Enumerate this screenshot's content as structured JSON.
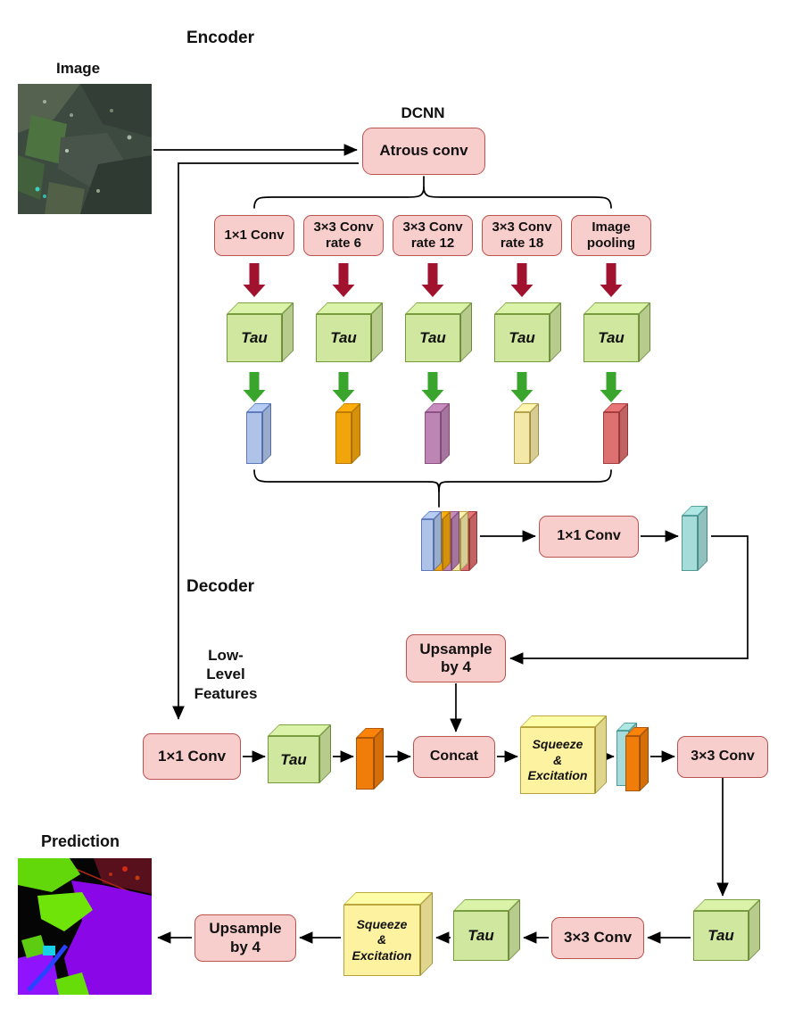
{
  "colors": {
    "pink_fill": "#f8cecc",
    "pink_stroke": "#b85450",
    "cube_green_fill": "#d0e7a0",
    "cube_green_stroke": "#76993f",
    "cube_yellow_fill": "#fdf2a0",
    "cube_yellow_stroke": "#b5a23c",
    "arrow_red": "#a0122e",
    "arrow_green": "#3aa52c",
    "slab_blue": "#afc3e8",
    "slab_orange": "#f2a50a",
    "slab_purple": "#bd85b4",
    "slab_pale_yellow": "#f4e8a8",
    "slab_red": "#dd7070",
    "slab_cyan": "#a5dbd8",
    "slab_orange_bright": "#f07d0a"
  },
  "encoder": {
    "section_label": "Encoder",
    "input_image_label": "Image",
    "dcnn_label": "DCNN",
    "atrous_conv_label": "Atrous conv",
    "aspp_branches": [
      {
        "label": "1×1 Conv"
      },
      {
        "label": "3×3 Conv rate 6"
      },
      {
        "label": "3×3 Conv rate 12"
      },
      {
        "label": "3×3 Conv rate 18"
      },
      {
        "label": "Image pooling"
      }
    ],
    "tau_label": "Tau",
    "projection_conv_label": "1×1 Conv"
  },
  "decoder": {
    "section_label": "Decoder",
    "low_level_features_label": {
      "line1": "Low-",
      "line2": "Level",
      "line3": "Features"
    },
    "upsample_label": "Upsample by 4",
    "conv1x1_label": "1×1 Conv",
    "tau_label": "Tau",
    "concat_label": "Concat",
    "squeeze_excitation": {
      "line1": "Squeeze",
      "line2": "&",
      "line3": "Excitation"
    },
    "conv3x3_label": "3×3 Conv",
    "output": {
      "conv3x3_label": "3×3 Conv",
      "tau_label": "Tau",
      "squeeze_excitation": {
        "line1": "Squeeze",
        "line2": "&",
        "line3": "Excitation"
      },
      "upsample_label": "Upsample by 4",
      "prediction_label": "Prediction"
    }
  }
}
